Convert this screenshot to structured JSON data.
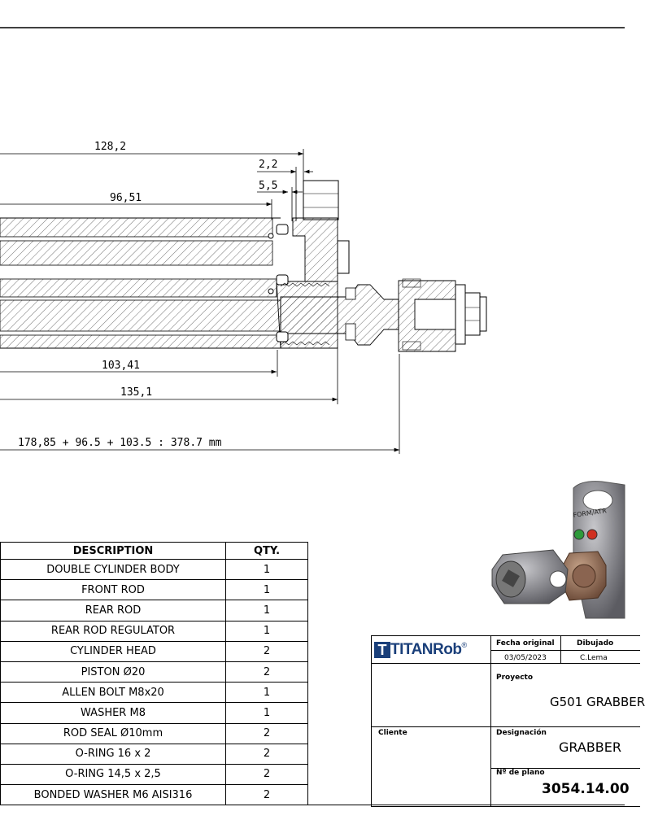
{
  "dimensions": {
    "d1": "128,2",
    "d2": "2,2",
    "d3": "5,5",
    "d4": "96,51",
    "d5": "103,41",
    "d6": "135,1",
    "total": "178,85 + 96.5 + 103.5 :  378.7 mm"
  },
  "bom": {
    "headers": [
      "DESCRIPTION",
      "QTY."
    ],
    "rows": [
      {
        "description": "DOUBLE CYLINDER BODY",
        "qty": "1"
      },
      {
        "description": "FRONT ROD",
        "qty": "1"
      },
      {
        "description": "REAR ROD",
        "qty": "1"
      },
      {
        "description": "REAR ROD REGULATOR",
        "qty": "1"
      },
      {
        "description": "CYLINDER HEAD",
        "qty": "2"
      },
      {
        "description": "PISTON Ø20",
        "qty": "2"
      },
      {
        "description": "ALLEN BOLT M8x20",
        "qty": "1"
      },
      {
        "description": "WASHER M8",
        "qty": "1"
      },
      {
        "description": "ROD SEAL Ø10mm",
        "qty": "2"
      },
      {
        "description": "O-RING 16 x 2",
        "qty": "2"
      },
      {
        "description": "O-RING 14,5 x 2,5",
        "qty": "2"
      },
      {
        "description": "BONDED WASHER M6 AISI316",
        "qty": "2"
      }
    ]
  },
  "title_block": {
    "logo_text": "TITANRob",
    "logo_reg": "®",
    "fecha_label": "Fecha original",
    "fecha_value": "03/05/2023",
    "dibujado_label": "Dibujado",
    "dibujado_value": "C.Lema",
    "proyecto_label": "Proyecto",
    "proyecto_value": "G501 GRABBER",
    "cliente_label": "Cliente",
    "designacion_label": "Designación",
    "designacion_value": "GRABBER",
    "plano_label": "Nº de plano",
    "plano_value": "3054.14.00",
    "render_label": "FORM/ATR"
  },
  "colors": {
    "line": "#000000",
    "logo_blue": "#1a3f7a",
    "render_metal": "#8a8a8a",
    "led_red": "#d03020",
    "led_green": "#2e9a3a"
  }
}
